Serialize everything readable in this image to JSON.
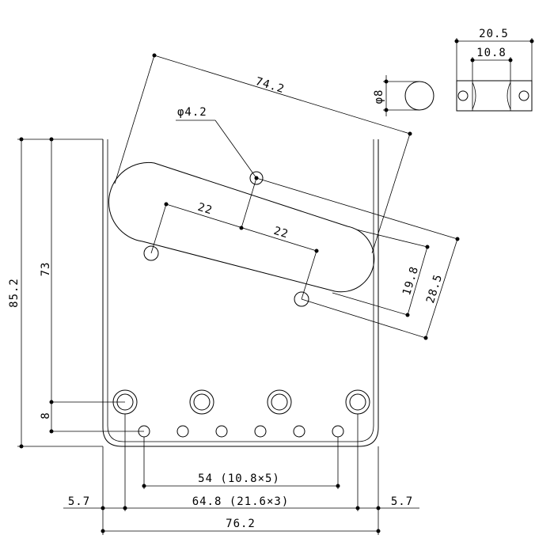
{
  "dimensions": {
    "slot_span": "74.2",
    "pin_diameter": "φ4.2",
    "hole_spacing_a": "22",
    "hole_spacing_b": "22",
    "offset_small": "19.8",
    "offset_large": "28.5",
    "height_total": "85.2",
    "height_holes": "73",
    "height_lower": "8",
    "string_spacing": "54 (10.8×5)",
    "mount_spacing": "64.8 (21.6×3)",
    "margin_left": "5.7",
    "margin_right": "5.7",
    "plate_width": "76.2",
    "saddle_length": "20.5",
    "saddle_inner": "10.8",
    "saddle_diameter": "φ8"
  }
}
